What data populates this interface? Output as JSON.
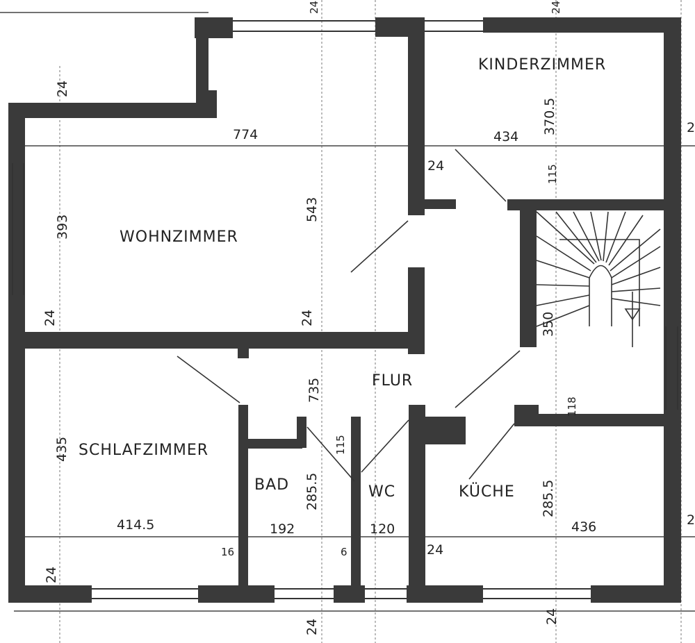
{
  "rooms": {
    "wohnzimmer": "WOHNZIMMER",
    "kinderzimmer": "KINDERZIMMER",
    "schlafzimmer": "SCHLAFZIMMER",
    "bad": "BAD",
    "wc": "WC",
    "flur": "FLUR",
    "kueche": "KÜCHE"
  },
  "dimensions": {
    "top_left_wall": "24",
    "top_center": "24",
    "top_right": "24",
    "wohn_width": "774",
    "kinder_width": "434",
    "kinder_height": "370.5",
    "wall_24_flur": "24",
    "wall_115": "115",
    "wohn_left_height": "393",
    "wohn_center_height": "543",
    "wall_left_24": "24",
    "wall_center_24": "24",
    "stair_350": "350",
    "flur_735": "735",
    "schlaf_height": "435",
    "schlaf_width": "414.5",
    "wall_115_b": "115",
    "bad_width": "192",
    "wc_width": "120",
    "bad_height": "285.5",
    "wall_16": "16",
    "wall_6": "6",
    "wall_24_kueche": "24",
    "kueche_height": "285.5",
    "kueche_width": "436",
    "wall_118": "118",
    "bottom_left_24": "24",
    "bottom_center_24": "24",
    "bottom_right_24": "24",
    "edge_top_right": "2",
    "edge_bottom_right": "2"
  }
}
